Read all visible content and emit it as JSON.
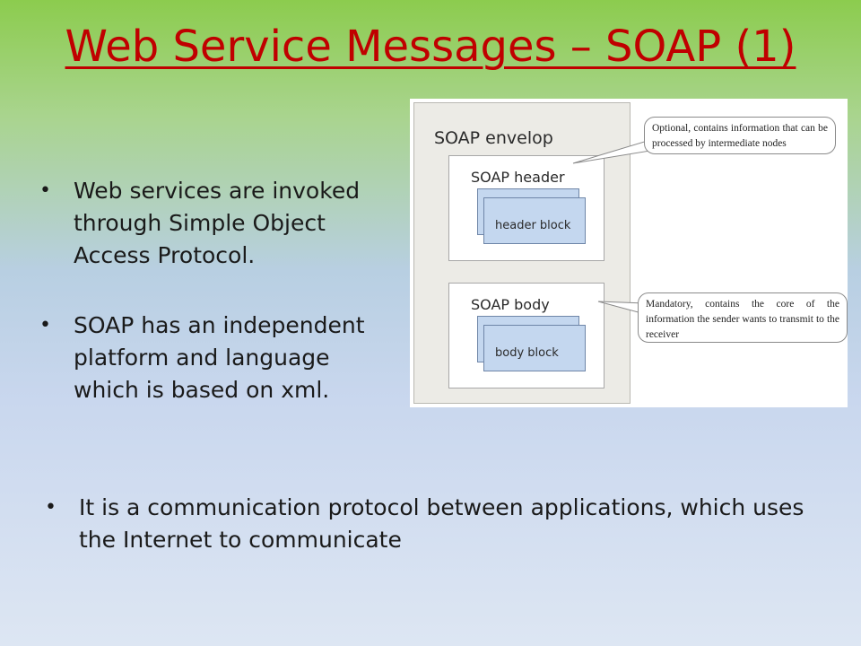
{
  "slide": {
    "title": "Web Service Messages – SOAP (1)",
    "bullets": [
      "Web services are invoked through Simple Object Access Protocol.",
      "SOAP has an independent platform and language which is based on xml."
    ],
    "bottom_bullet": "It is a communication protocol between applications, which uses the Internet to communicate"
  },
  "diagram": {
    "envelope_label": "SOAP envelop",
    "header_label": "SOAP header",
    "header_block": "header block",
    "body_label": "SOAP body",
    "body_block": "body block",
    "callout_header": "Optional, contains information that can be processed by intermediate nodes",
    "callout_body": "Mandatory, contains the core of the information the sender wants to transmit to the receiver"
  }
}
